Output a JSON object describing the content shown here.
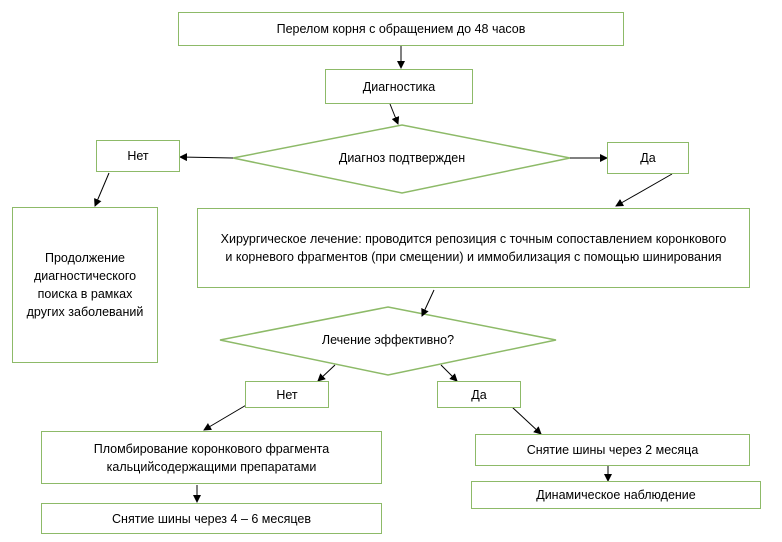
{
  "nodes": {
    "root": "Перелом корня с обращением до 48 часов",
    "diagnostics": "Диагностика",
    "diagnosis_question": "Диагноз подтвержден",
    "no_1": "Нет",
    "yes_1": "Да",
    "continue_search": "Продолжение диагностического поиска в рамках других заболеваний",
    "surgery": "Хирургическое лечение: проводится репозиция с точным сопоставлением коронкового и корневого фрагментов (при смещении) и иммобилизация с помощью шинирования",
    "effective_question": "Лечение эффективно?",
    "no_2": "Нет",
    "yes_2": "Да",
    "filling": "Пломбирование коронкового фрагмента кальцийсодержащими препаратами",
    "splint_removal_2m": "Снятие шины через 2 месяца",
    "splint_removal_4_6m": "Снятие шины через 4 – 6 месяцев",
    "observation": "Динамическое наблюдение"
  },
  "colors": {
    "border": "#8dba68",
    "arrow": "#000000"
  }
}
